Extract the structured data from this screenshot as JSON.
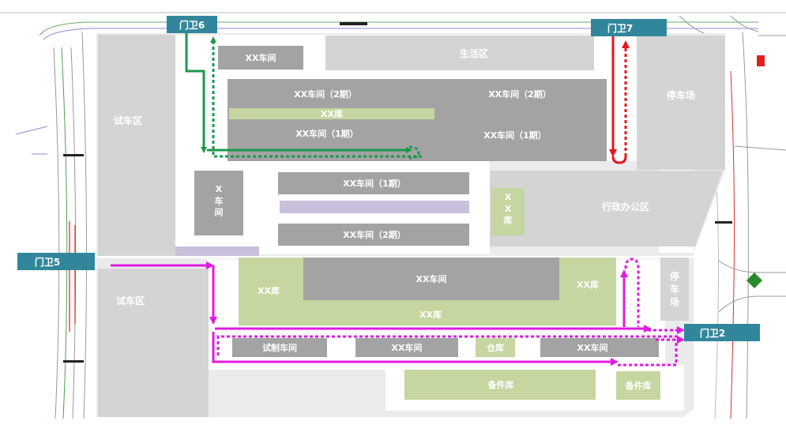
{
  "gates": {
    "g6": "门卫6",
    "g7": "门卫7",
    "g5": "门卫5",
    "g2": "门卫2"
  },
  "zones": {
    "test_track_top": "试车区",
    "test_track_bottom": "试车区",
    "living": "生活区",
    "parking_top": "停车场",
    "parking_right": "停\n车\n场",
    "admin_office": "行政办公区"
  },
  "buildings": {
    "ws_top_small": "XX车间",
    "ws_phase2_left": "XX车间（2期）",
    "ws_phase2_right": "XX车间（2期）",
    "store_strip": "XX库",
    "ws_phase1_left": "XX车间（1期）",
    "ws_phase1_right": "XX车间（1期）",
    "ws_vertical": "X\n车\n间",
    "ws_mid_phase1": "XX车间（1期）",
    "ws_mid_phase2": "XX车间（2期）",
    "store_vertical": "X\nX\n库",
    "store_left": "XX库",
    "ws_big": "XX车间",
    "store_right": "XX库",
    "store_bottom": "XX库",
    "trial_workshop": "试制车间",
    "ws_row_mid": "XX车间",
    "warehouse": "仓库",
    "ws_row_right": "XX车间",
    "spare_parts_big": "备件库",
    "spare_parts_small": "备件库"
  },
  "colors": {
    "building_dark": "#a3a3a3",
    "building_light": "#d4d4d4",
    "storage_green": "#c5d6a0",
    "lavender": "#c9bfda",
    "gate_label": "#31869b",
    "route_green": "#1a9a4a",
    "route_red": "#e8141e",
    "route_magenta": "#e01be0"
  }
}
